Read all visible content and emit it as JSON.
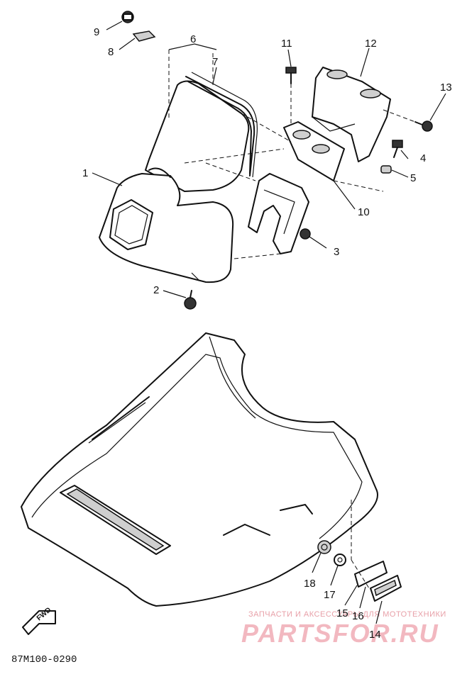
{
  "diagram": {
    "code": "87M100-0290",
    "fwd_label": "FWD",
    "callouts": [
      {
        "id": "callout-1",
        "label": "1"
      },
      {
        "id": "callout-2",
        "label": "2"
      },
      {
        "id": "callout-3",
        "label": "3"
      },
      {
        "id": "callout-4",
        "label": "4"
      },
      {
        "id": "callout-5",
        "label": "5"
      },
      {
        "id": "callout-6",
        "label": "6"
      },
      {
        "id": "callout-7",
        "label": "7"
      },
      {
        "id": "callout-8",
        "label": "8"
      },
      {
        "id": "callout-9",
        "label": "9"
      },
      {
        "id": "callout-10",
        "label": "10"
      },
      {
        "id": "callout-11",
        "label": "11"
      },
      {
        "id": "callout-12",
        "label": "12"
      },
      {
        "id": "callout-13",
        "label": "13"
      },
      {
        "id": "callout-14",
        "label": "14"
      },
      {
        "id": "callout-15",
        "label": "15"
      },
      {
        "id": "callout-16",
        "label": "16"
      },
      {
        "id": "callout-17",
        "label": "17"
      },
      {
        "id": "callout-18",
        "label": "18"
      }
    ]
  },
  "watermark": {
    "tagline": "ЗАПЧАСТИ И АКСЕССУАРЫ ДЛЯ МОТОТЕХНИКИ",
    "logo_text": "PARTSFOR.RU"
  },
  "colors": {
    "ink": "#111111",
    "paper": "#ffffff",
    "watermark": "#f2b8c0"
  }
}
